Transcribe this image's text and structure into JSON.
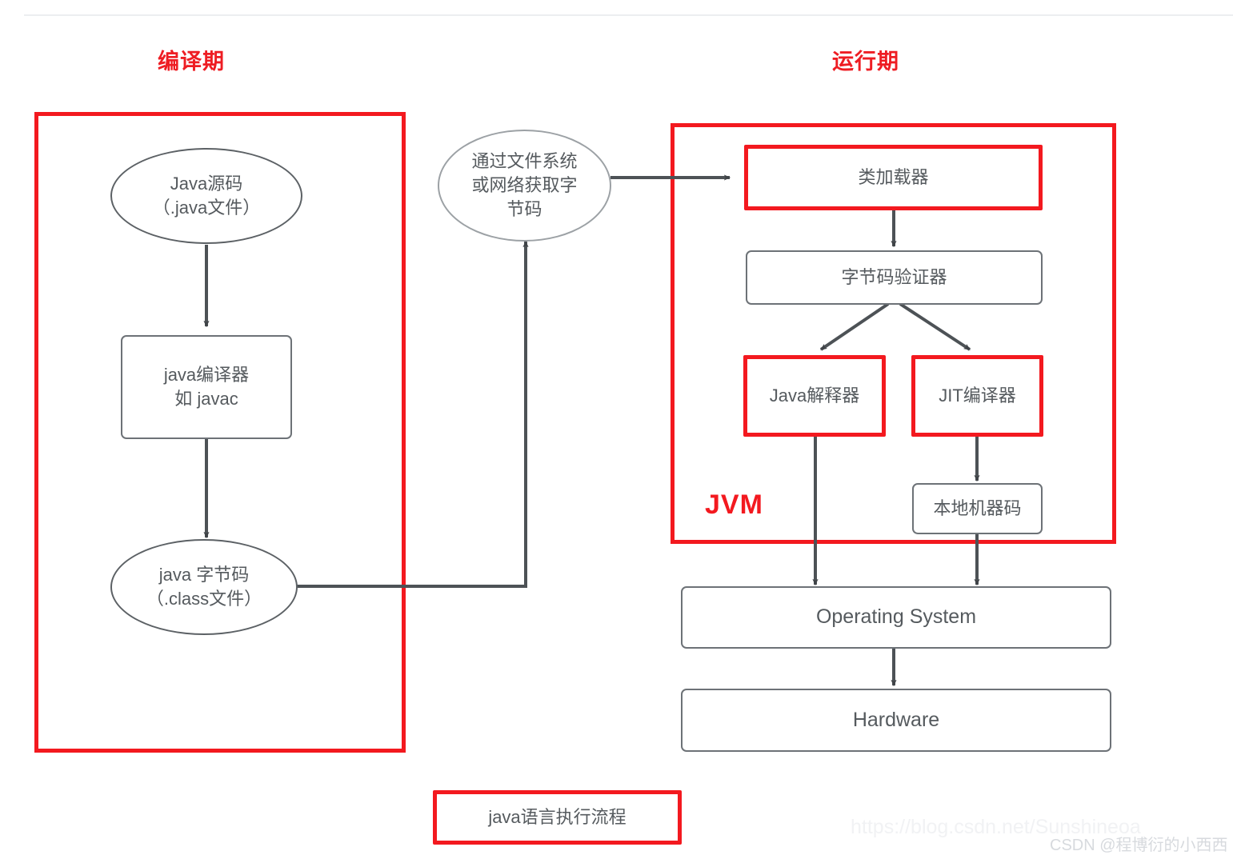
{
  "diagram": {
    "title": "java语言执行流程",
    "accent_red": "#f3191f",
    "node_stroke": "#6d7277",
    "text_color": "#555a5e"
  },
  "phases": [
    {
      "id": "compile",
      "label": "编译期"
    },
    {
      "id": "runtime",
      "label": "运行期"
    }
  ],
  "compile_nodes": [
    {
      "id": "source",
      "shape": "ellipse",
      "label": "Java源码\n（.java文件）"
    },
    {
      "id": "compiler",
      "shape": "rect",
      "label": "java编译器\n如 javac"
    },
    {
      "id": "bytecode",
      "shape": "ellipse",
      "label": "java 字节码\n（.class文件）"
    }
  ],
  "bridge_node": {
    "id": "fetch",
    "shape": "ellipse",
    "label": "通过文件系统\n或网络获取字\n节码"
  },
  "runtime_nodes": [
    {
      "id": "classloader",
      "shape": "rect",
      "label": "类加载器",
      "highlight": true
    },
    {
      "id": "verifier",
      "shape": "rect",
      "label": "字节码验证器",
      "highlight": false
    },
    {
      "id": "interpreter",
      "shape": "rect",
      "label": "Java解释器",
      "highlight": true
    },
    {
      "id": "jit",
      "shape": "rect",
      "label": "JIT编译器",
      "highlight": true
    },
    {
      "id": "nativecode",
      "shape": "rect",
      "label": "本地机器码",
      "highlight": false
    },
    {
      "id": "os",
      "shape": "rect",
      "label": "Operating System",
      "highlight": false
    },
    {
      "id": "hardware",
      "shape": "rect",
      "label": "Hardware",
      "highlight": false
    }
  ],
  "jvm_tag": "JVM",
  "footer_label": "java语言执行流程",
  "watermarks": {
    "url": "https://blog.csdn.net/Sunshineoa",
    "credit": "CSDN @程博衍的小西西"
  },
  "node_text": {
    "source_l1": "Java源码",
    "source_l2": "（.java文件）",
    "compiler_l1": "java编译器",
    "compiler_l2": "如 javac",
    "bytecode_l1": "java 字节码",
    "bytecode_l2": "（.class文件）",
    "fetch_l1": "通过文件系统",
    "fetch_l2": "或网络获取字",
    "fetch_l3": "节码",
    "classloader": "类加载器",
    "verifier": "字节码验证器",
    "interpreter": "Java解释器",
    "jit": "JIT编译器",
    "nativecode": "本地机器码",
    "os": "Operating System",
    "hardware": "Hardware"
  }
}
